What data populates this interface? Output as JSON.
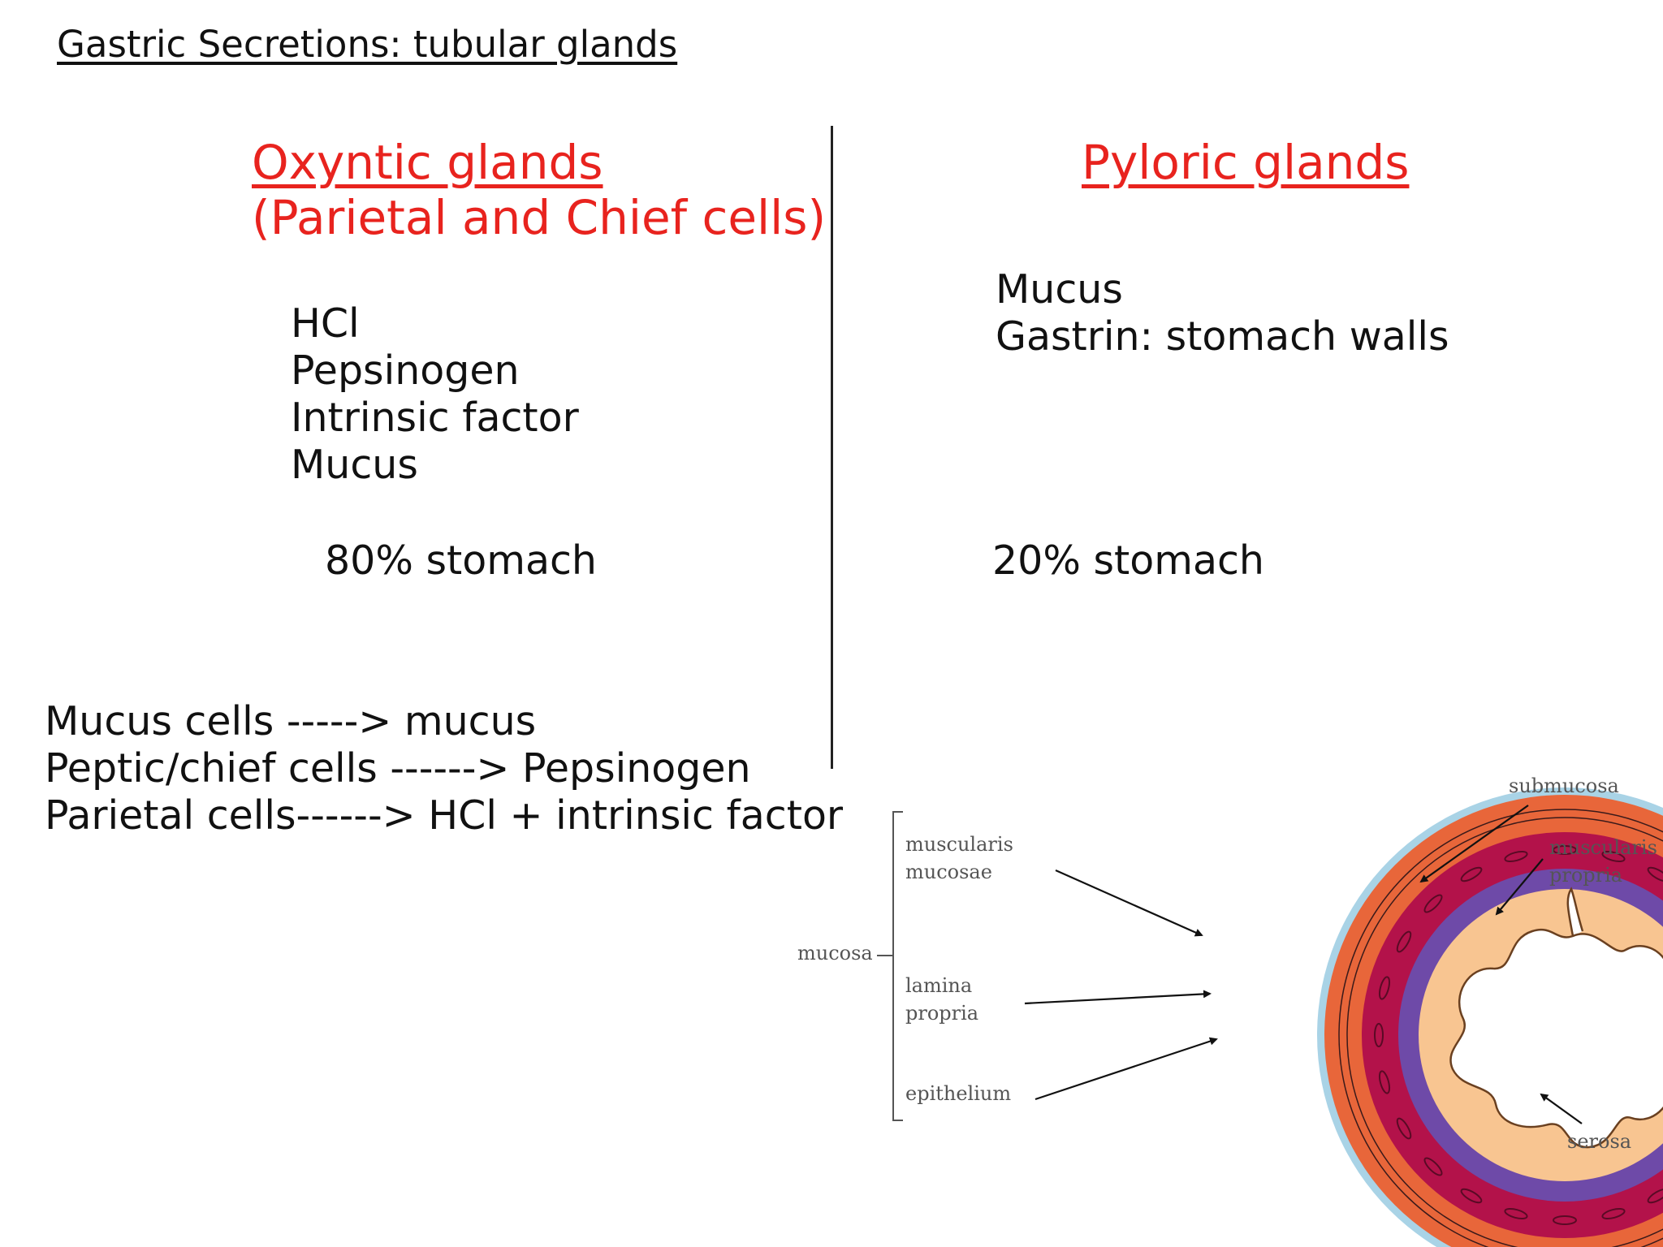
{
  "slide_title": "Gastric Secretions: tubular glands",
  "oxyntic": {
    "title_line1": "Oxyntic glands",
    "title_line2": "(Parietal and Chief cells)",
    "secretions": [
      "HCl",
      "Pepsinogen",
      "Intrinsic factor",
      "Mucus"
    ],
    "share": "80% stomach"
  },
  "pyloric": {
    "title": "Pyloric glands",
    "secretions": [
      "Mucus",
      "Gastrin: stomach walls"
    ],
    "share": "20% stomach"
  },
  "cell_products": [
    "Mucus cells -----> mucus",
    "Peptic/chief cells ------> Pepsinogen",
    "Parietal cells------> HCl + intrinsic factor"
  ],
  "diagram": {
    "labels": {
      "submucosa": "submucosa",
      "muscularis_propria_1": "muscularis",
      "muscularis_propria_2": "propria",
      "muscularis_mucosae_1": "muscularis",
      "muscularis_mucosae_2": "mucosae",
      "mucosa": "mucosa",
      "lamina_propria_1": "lamina",
      "lamina_propria_2": "propria",
      "epithelium": "epithelium",
      "serosa": "serosa"
    },
    "colors": {
      "serosa": "#a9d3e6",
      "muscularis_propria": "#e8663a",
      "submucosa": "#b3124a",
      "muscularis_mucosae": "#6e4aa8",
      "lamina_propria": "#f8c591",
      "lumen": "#ffffff",
      "title_red": "#e8231e"
    }
  }
}
